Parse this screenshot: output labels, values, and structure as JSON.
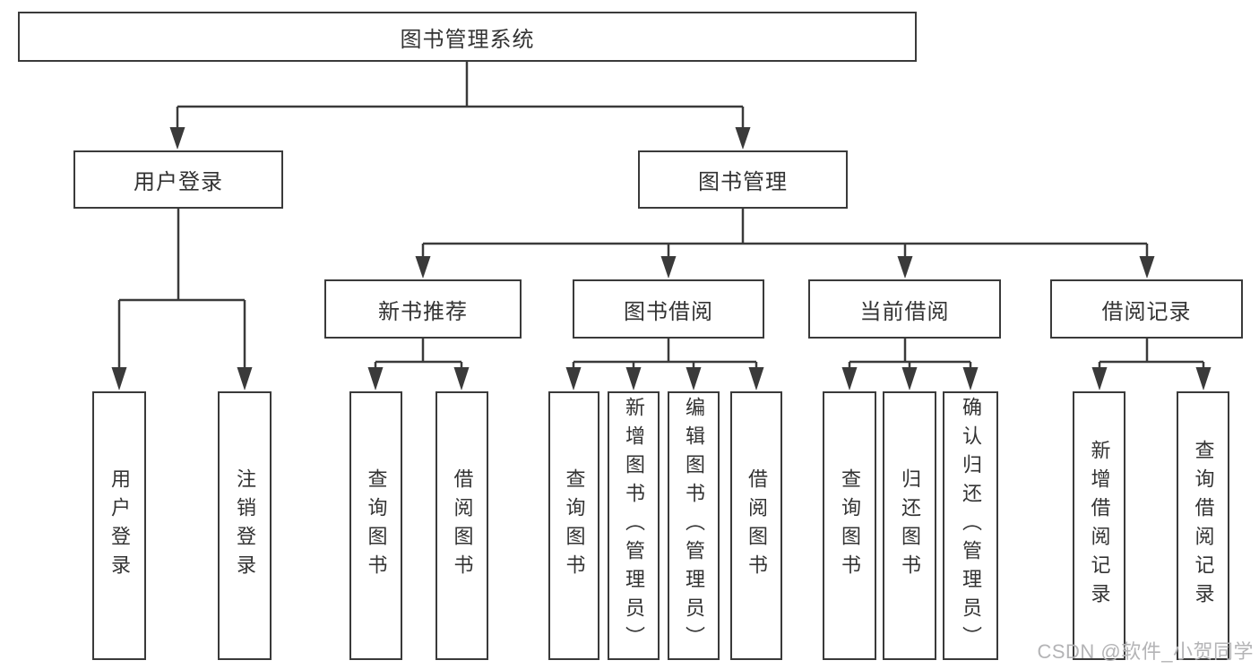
{
  "diagram": {
    "type": "hierarchy-tree",
    "nodes": {
      "root": {
        "label": "图书管理系统"
      },
      "user_login": {
        "label": "用户登录"
      },
      "book_mgmt": {
        "label": "图书管理"
      },
      "login_user": {
        "label": "用户登录"
      },
      "logout_login": {
        "label": "注销登录"
      },
      "new_book_rec": {
        "label": "新书推荐"
      },
      "book_borrow": {
        "label": "图书借阅"
      },
      "current_borrow": {
        "label": "当前借阅"
      },
      "borrow_records": {
        "label": "借阅记录"
      },
      "rec_query_book": {
        "label": "查询图书"
      },
      "rec_borrow_book": {
        "label": "借阅图书"
      },
      "bb_query_book": {
        "label": "查询图书"
      },
      "bb_add_book": {
        "label": "新增图书（管理员）"
      },
      "bb_edit_book": {
        "label": "编辑图书（管理员）"
      },
      "bb_borrow_book": {
        "label": "借阅图书"
      },
      "cb_query_book": {
        "label": "查询图书"
      },
      "cb_return_book": {
        "label": "归还图书"
      },
      "cb_confirm_return": {
        "label": "确认归还（管理员）"
      },
      "br_add_record": {
        "label": "新增借阅记录"
      },
      "br_query_record": {
        "label": "查询借阅记录"
      }
    },
    "edges": [
      {
        "from": "root",
        "to": "user_login"
      },
      {
        "from": "root",
        "to": "book_mgmt"
      },
      {
        "from": "user_login",
        "to": "login_user"
      },
      {
        "from": "user_login",
        "to": "logout_login"
      },
      {
        "from": "book_mgmt",
        "to": "new_book_rec"
      },
      {
        "from": "book_mgmt",
        "to": "book_borrow"
      },
      {
        "from": "book_mgmt",
        "to": "current_borrow"
      },
      {
        "from": "book_mgmt",
        "to": "borrow_records"
      },
      {
        "from": "new_book_rec",
        "to": "rec_query_book"
      },
      {
        "from": "new_book_rec",
        "to": "rec_borrow_book"
      },
      {
        "from": "book_borrow",
        "to": "bb_query_book"
      },
      {
        "from": "book_borrow",
        "to": "bb_add_book"
      },
      {
        "from": "book_borrow",
        "to": "bb_edit_book"
      },
      {
        "from": "book_borrow",
        "to": "bb_borrow_book"
      },
      {
        "from": "current_borrow",
        "to": "cb_query_book"
      },
      {
        "from": "current_borrow",
        "to": "cb_return_book"
      },
      {
        "from": "current_borrow",
        "to": "cb_confirm_return"
      },
      {
        "from": "borrow_records",
        "to": "br_add_record"
      },
      {
        "from": "borrow_records",
        "to": "br_query_record"
      }
    ]
  },
  "watermark": {
    "text": "CSDN @软件_小贺同学",
    "color": "#b4b4b6"
  },
  "colors": {
    "line": "#3a3a3a",
    "text": "#333333",
    "background": "#ffffff"
  }
}
